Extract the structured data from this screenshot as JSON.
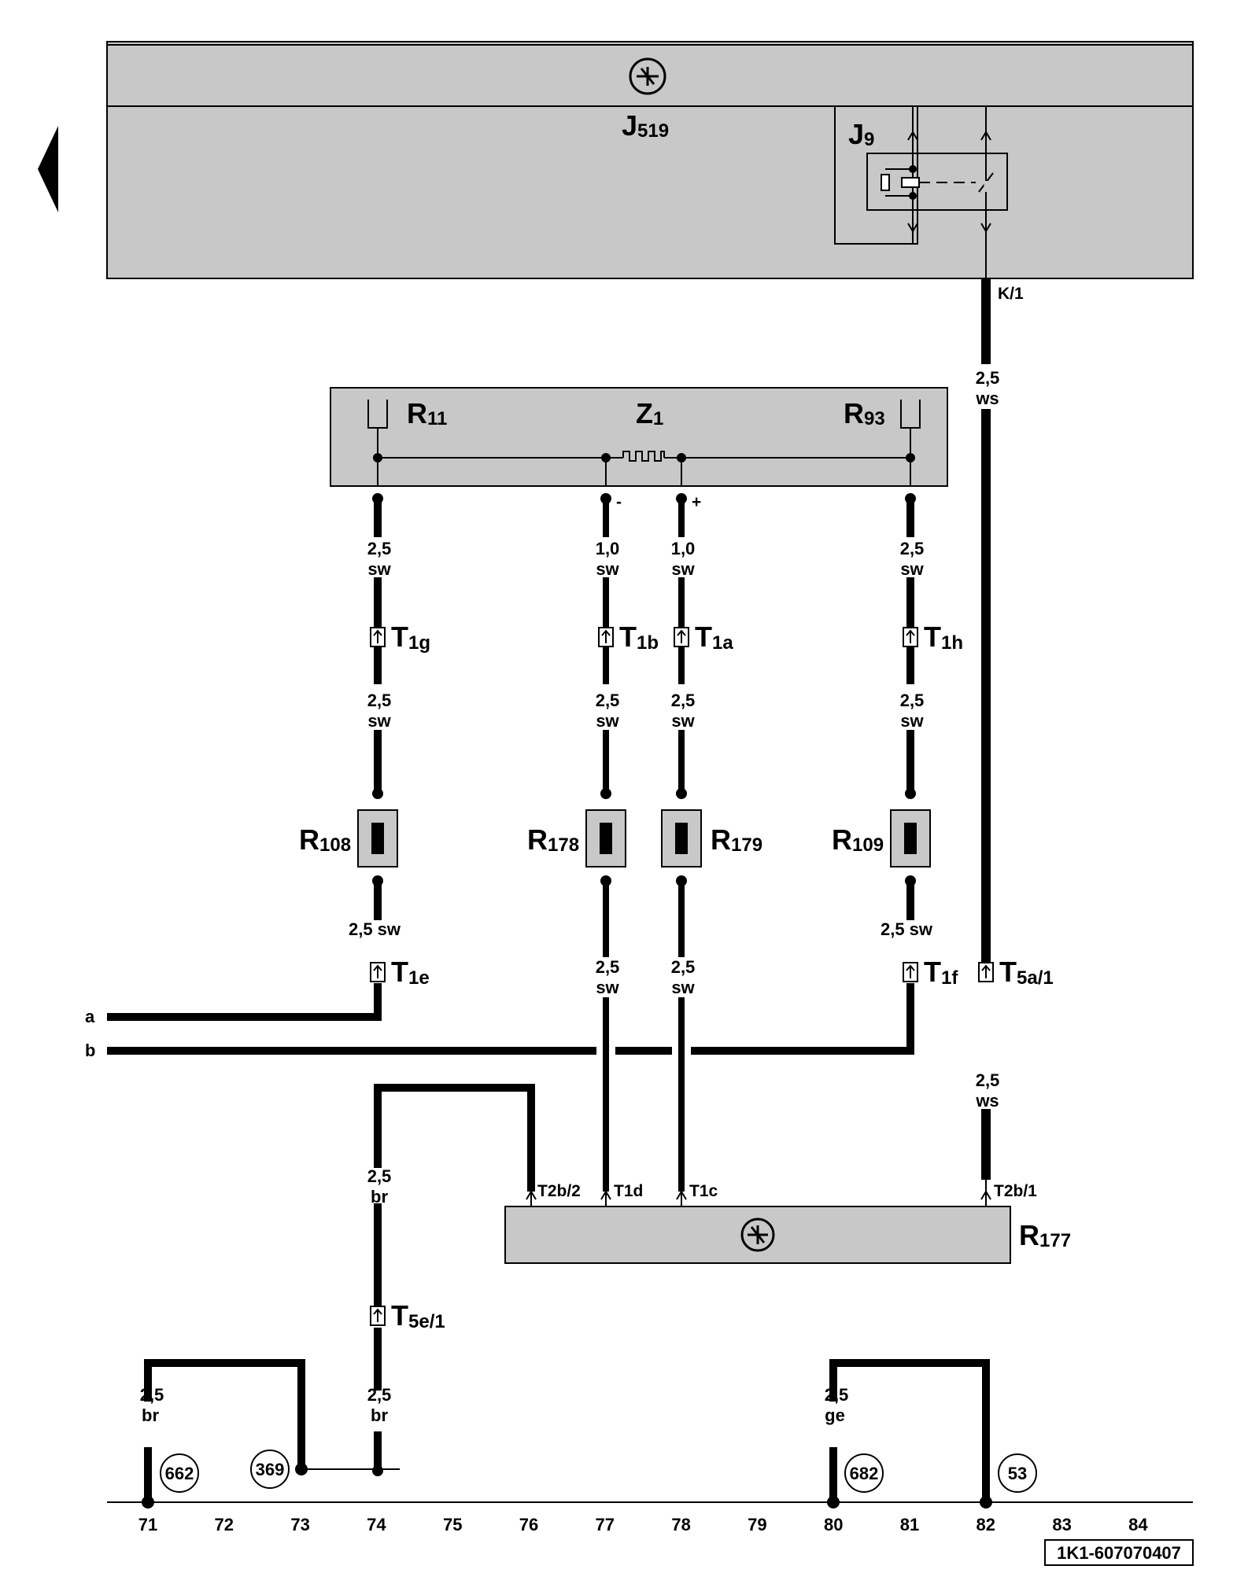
{
  "components": {
    "J519": {
      "main": "J",
      "sub": "519"
    },
    "J9": {
      "main": "J",
      "sub": "9"
    },
    "R11": {
      "main": "R",
      "sub": "11"
    },
    "Z1": {
      "main": "Z",
      "sub": "1"
    },
    "R93": {
      "main": "R",
      "sub": "93"
    },
    "R108": {
      "main": "R",
      "sub": "108"
    },
    "R178": {
      "main": "R",
      "sub": "178"
    },
    "R179": {
      "main": "R",
      "sub": "179"
    },
    "R109": {
      "main": "R",
      "sub": "109"
    },
    "R177": {
      "main": "R",
      "sub": "177"
    }
  },
  "connectors": {
    "T1g": {
      "main": "T",
      "sub": "1g"
    },
    "T1b": {
      "main": "T",
      "sub": "1b"
    },
    "T1a": {
      "main": "T",
      "sub": "1a"
    },
    "T1h": {
      "main": "T",
      "sub": "1h"
    },
    "T1e": {
      "main": "T",
      "sub": "1e"
    },
    "T1f": {
      "main": "T",
      "sub": "1f"
    },
    "T5a1": {
      "main": "T",
      "sub": "5a/1"
    },
    "T5e1": {
      "main": "T",
      "sub": "5e/1"
    }
  },
  "pins": {
    "K1": "K/1",
    "T2b2": "T2b/2",
    "T1d": "T1d",
    "T1c": "T1c",
    "T2b1": "T2b/1",
    "minus": "-",
    "plus": "+"
  },
  "wires": {
    "k1_size": "2,5",
    "k1_color": "ws",
    "r11_top_size": "2,5",
    "r11_top_color": "sw",
    "zm_top_size": "1,0",
    "zm_top_color": "sw",
    "zp_top_size": "1,0",
    "zp_top_color": "sw",
    "r93_top_size": "2,5",
    "r93_top_color": "sw",
    "r11_mid_size": "2,5",
    "r11_mid_color": "sw",
    "zm_mid_size": "2,5",
    "zm_mid_color": "sw",
    "zp_mid_size": "2,5",
    "zp_mid_color": "sw",
    "r93_mid_size": "2,5",
    "r93_mid_color": "sw",
    "r108_bot": "2,5 sw",
    "r109_bot": "2,5 sw",
    "r178_bot_size": "2,5",
    "r178_bot_color": "sw",
    "r179_bot_size": "2,5",
    "r179_bot_color": "sw",
    "ws2_size": "2,5",
    "ws2_color": "ws",
    "br1_size": "2,5",
    "br1_color": "br",
    "br2_size": "2,5",
    "br2_color": "br",
    "br3_size": "2,5",
    "br3_color": "br",
    "ge_size": "2,5",
    "ge_color": "ge"
  },
  "side_labels": {
    "a": "a",
    "b": "b"
  },
  "ground_refs": [
    "662",
    "369",
    "682",
    "53"
  ],
  "grid": [
    "71",
    "72",
    "73",
    "74",
    "75",
    "76",
    "77",
    "78",
    "79",
    "80",
    "81",
    "82",
    "83",
    "84"
  ],
  "diagram_code": "1K1-607070407"
}
